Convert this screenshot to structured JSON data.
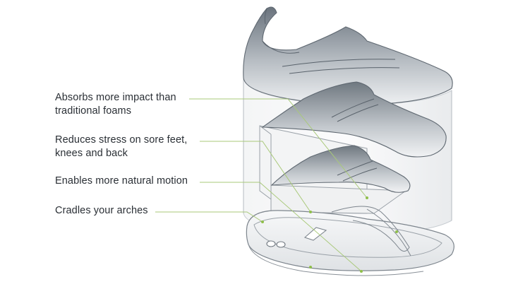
{
  "callouts": [
    {
      "lines": [
        "Absorbs more impact than",
        "traditional foams"
      ]
    },
    {
      "lines": [
        "Reduces stress on sore feet,",
        "knees and back"
      ]
    },
    {
      "lines": [
        "Enables more natural motion"
      ]
    },
    {
      "lines": [
        "Cradles your arches"
      ]
    }
  ],
  "colors": {
    "leader_line": "#a9c97a",
    "leader_dot": "#8fbf4a",
    "outline": "#7d858d",
    "shoe_dark": "#68727c",
    "shoe_light": "#eef0f2",
    "text": "#2a2f35"
  }
}
